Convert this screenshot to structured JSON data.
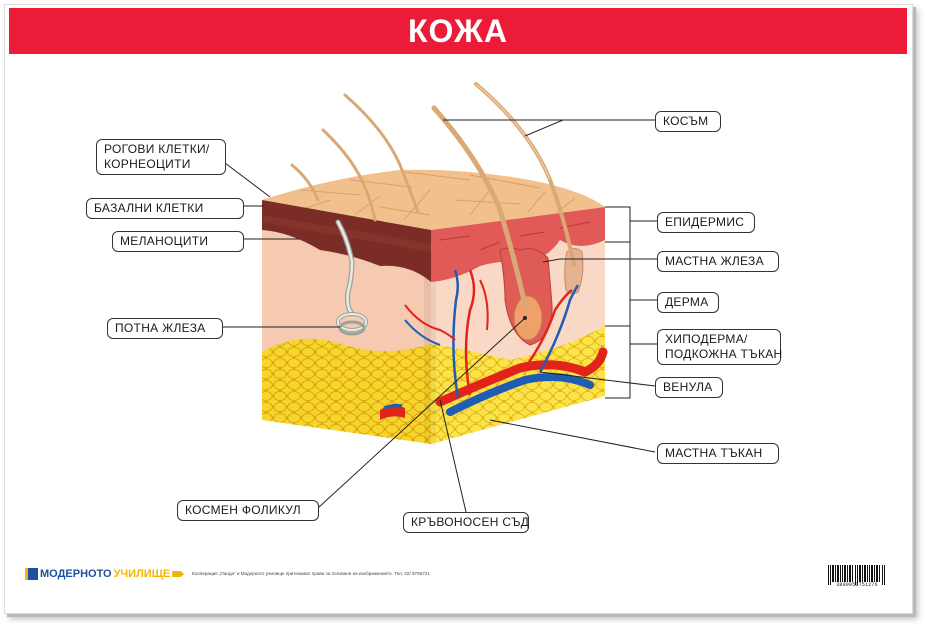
{
  "title": "КОЖА",
  "labels": {
    "horny_cells": [
      "РОГОВИ КЛЕТКИ/",
      "КОРНЕОЦИТИ"
    ],
    "basal_cells": "БАЗАЛНИ КЛЕТКИ",
    "melanocytes": "МЕЛАНОЦИТИ",
    "sweat_gland": "ПОТНА ЖЛЕЗА",
    "hair_follicle": "КОСМЕН ФОЛИКУЛ",
    "blood_vessel": "КРЪВОНОСЕН СЪД",
    "hair": "КОСЪМ",
    "epidermis": "ЕПИДЕРМИС",
    "sebaceous_gland": "МАСТНА ЖЛЕЗА",
    "dermis": "ДЕРМА",
    "hypodermis": [
      "ХИПОДЕРМА/",
      "ПОДКОЖНА ТЪКАН"
    ],
    "venule": "ВЕНУЛА",
    "adipose_tissue": "МАСТНА ТЪКАН"
  },
  "footer": {
    "logo_part1": "МОДЕРНОТО",
    "logo_part2": "УЧИЛИЩЕ",
    "note": "Кооперация „Панда“ и Модерното училище притежават права за ползване на изображението. Тел. 02/ 9766721",
    "barcode_number": "3800052751276"
  },
  "colors": {
    "title_bar": "#ec1c38",
    "epidermis_top": "#f2c08c",
    "melanin_band": "#7a2a26",
    "dermis": "#f6c7ae",
    "fat": "#f7d325",
    "artery": "#e2231a",
    "vein": "#1f5db5",
    "hair": "#d9a874"
  },
  "icons": [
    "logo-mark-icon",
    "pencil-icon",
    "barcode-icon"
  ]
}
